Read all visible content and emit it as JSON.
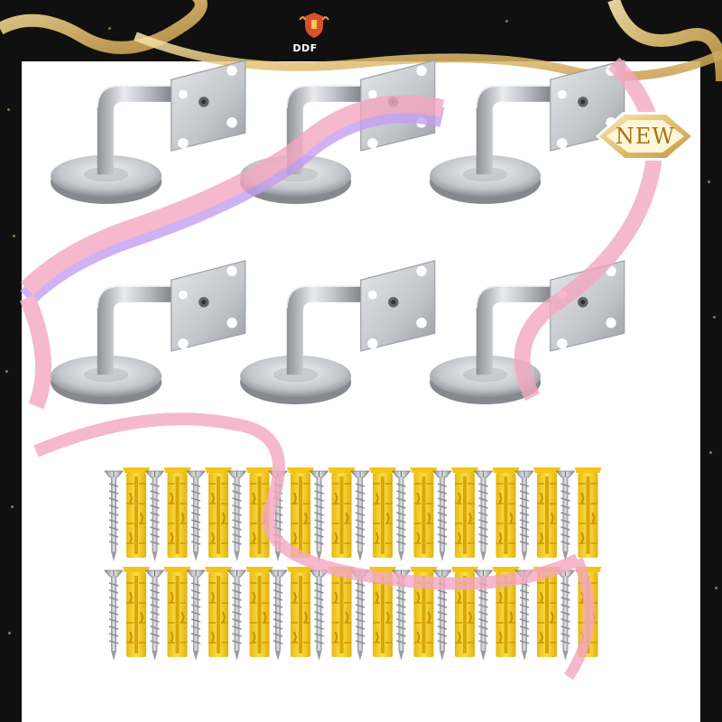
{
  "brand": {
    "name": "DDF",
    "logo_icon": "shield-crest-icon",
    "color": "#d9502a"
  },
  "badge": {
    "label": "NEW",
    "icon": "gold-diamond-badge-icon",
    "color": "#a77219"
  },
  "product": {
    "brackets": {
      "count": 6,
      "rows": 2,
      "columns": 3,
      "material_color": "#bfc2c6"
    },
    "screws": {
      "count": 24,
      "rows": 2,
      "per_row": 12,
      "color": "#c4c6c9"
    },
    "wall_plugs": {
      "count": 24,
      "rows": 2,
      "per_row": 12,
      "color": "#f6d21c"
    }
  },
  "decoration": {
    "ribbon_color": "#f3a7c0",
    "ribbon_shadow_color": "#b793f0",
    "frame_color": "#101010",
    "gold_color": "#d7b56d"
  }
}
